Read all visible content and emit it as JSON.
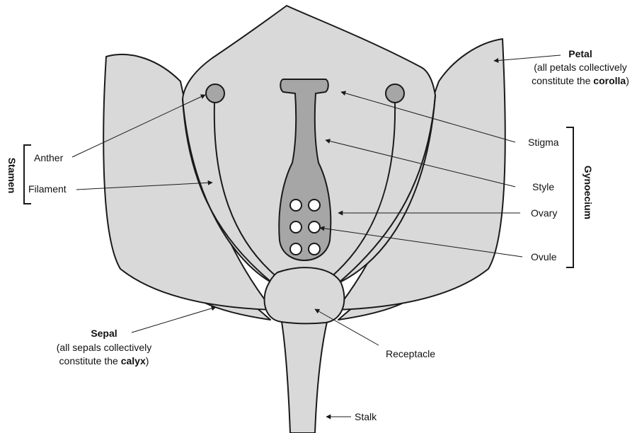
{
  "labels": {
    "petal": "Petal",
    "petal_note_1": "(all petals collectively",
    "petal_note_2_prefix": "constitute the ",
    "petal_note_2_bold": "corolla",
    "petal_note_2_suffix": ")",
    "anther": "Anther",
    "filament": "Filament",
    "stamen": "Stamen",
    "stigma": "Stigma",
    "style": "Style",
    "ovary": "Ovary",
    "ovule": "Ovule",
    "gynoecium": "Gynoecium",
    "sepal": "Sepal",
    "sepal_note_1": "(all sepals collectively",
    "sepal_note_2_prefix": "constitute the ",
    "sepal_note_2_bold": "calyx",
    "sepal_note_2_suffix": ")",
    "receptacle": "Receptacle",
    "stalk": "Stalk"
  },
  "colors": {
    "fill_light": "#d9d9d9",
    "fill_dark": "#a6a6a6",
    "outline": "#1a1a1a",
    "ovule_fill": "#ffffff"
  }
}
